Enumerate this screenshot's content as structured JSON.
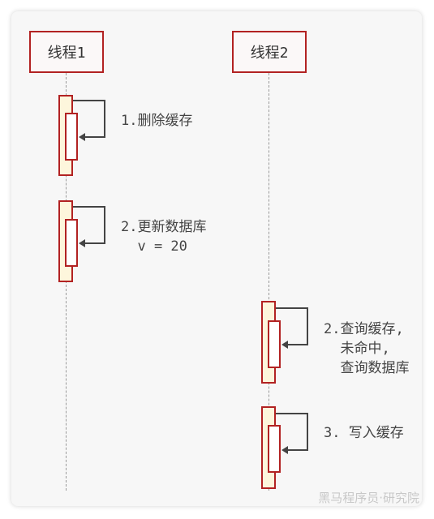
{
  "participants": [
    {
      "label": "线程1"
    },
    {
      "label": "线程2"
    }
  ],
  "messages": [
    {
      "lines": [
        "1.删除缓存"
      ]
    },
    {
      "lines": [
        "2.更新数据库",
        "  v = 20"
      ]
    },
    {
      "lines": [
        "2.查询缓存,",
        "  未命中,",
        "  查询数据库"
      ]
    },
    {
      "lines": [
        "3. 写入缓存"
      ]
    }
  ],
  "watermark": "黑马程序员·研究院",
  "colors": {
    "border": "#b22222",
    "activation_fill": "#fdf6dc",
    "arrow": "#444444"
  }
}
